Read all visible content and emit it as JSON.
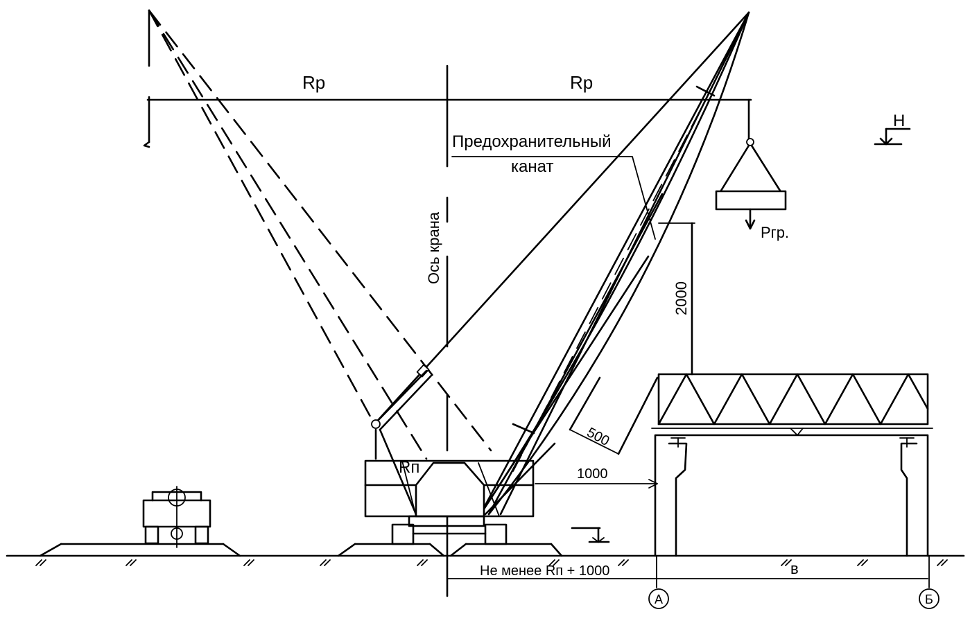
{
  "labels": {
    "rp_left": "Rp",
    "rp_right": "Rp",
    "safety_rope_line1": "Предохранительный",
    "safety_rope_line2": "канат",
    "crane_axis": "Ось крана",
    "h_mark": "H",
    "load_weight": "Ргр.",
    "dim_2000": "2000",
    "dim_500": "500",
    "rn": "Rп",
    "dim_1000": "1000",
    "min_distance": "Не менее Rп + 1000",
    "span_b": "в",
    "axis_a": "А",
    "axis_b": "Б"
  }
}
